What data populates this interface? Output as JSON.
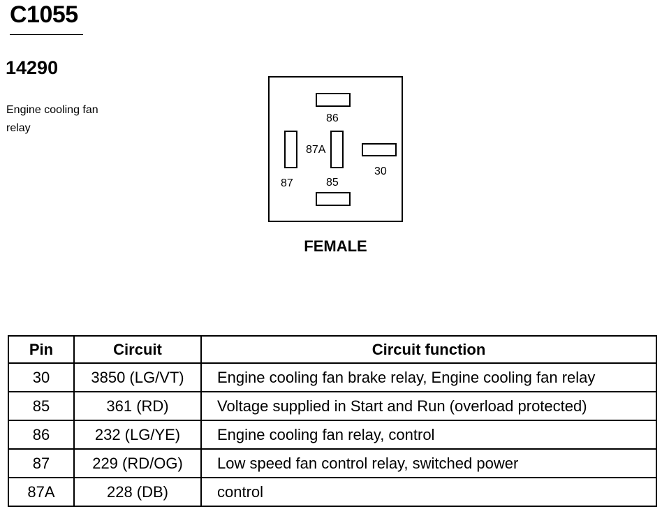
{
  "connector": {
    "id": "C1055",
    "part_number": "14290",
    "description": "Engine cooling fan relay",
    "gender": "FEMALE"
  },
  "terminals": {
    "t86": "86",
    "t87a": "87A",
    "t30": "30",
    "t87": "87",
    "t85": "85"
  },
  "pin_table": {
    "headers": [
      "Pin",
      "Circuit",
      "Circuit function"
    ],
    "rows": [
      {
        "pin": "30",
        "circuit": "3850 (LG/VT)",
        "function": "Engine cooling fan brake relay, Engine cooling fan relay"
      },
      {
        "pin": "85",
        "circuit": "361 (RD)",
        "function": "Voltage supplied in Start and Run (overload protected)"
      },
      {
        "pin": "86",
        "circuit": "232 (LG/YE)",
        "function": "Engine cooling fan relay, control"
      },
      {
        "pin": "87",
        "circuit": "229 (RD/OG)",
        "function": "Low speed fan control relay, switched power"
      },
      {
        "pin": "87A",
        "circuit": "228 (DB)",
        "function": "control"
      }
    ]
  }
}
